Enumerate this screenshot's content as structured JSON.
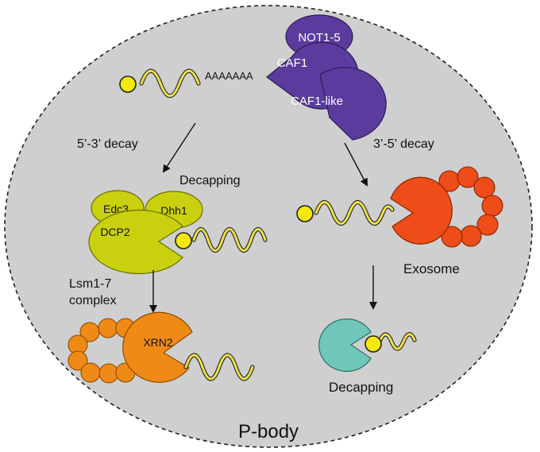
{
  "region": {
    "label": "P-body"
  },
  "deadenylase": {
    "not": "NOT1-5",
    "caf1": "CAF1",
    "caf1_like": "CAF1-like",
    "polya": "AAAAAAA"
  },
  "pathways": {
    "five_three": "5’-3’ decay",
    "three_five": "3’-5’ decay"
  },
  "decapping_complex": {
    "title": "Decapping",
    "edc3": "Edc3",
    "dhh1": "Dhh1",
    "dcp2": "DCP2"
  },
  "lsm": {
    "line1": "Lsm1-7",
    "line2": "complex"
  },
  "xrn": {
    "label": "XRN2"
  },
  "exosome": {
    "label": "Exosome"
  },
  "final_decapping": {
    "label": "Decapping"
  },
  "colors": {
    "background": "#cfcfcf",
    "purple": "#5b3c9e",
    "lime": "#c9d10f",
    "orange": "#f08a16",
    "red_orange": "#ee4c18",
    "teal": "#6fc7b9",
    "cap": "#f5e80a",
    "rna": "#efe24a"
  }
}
